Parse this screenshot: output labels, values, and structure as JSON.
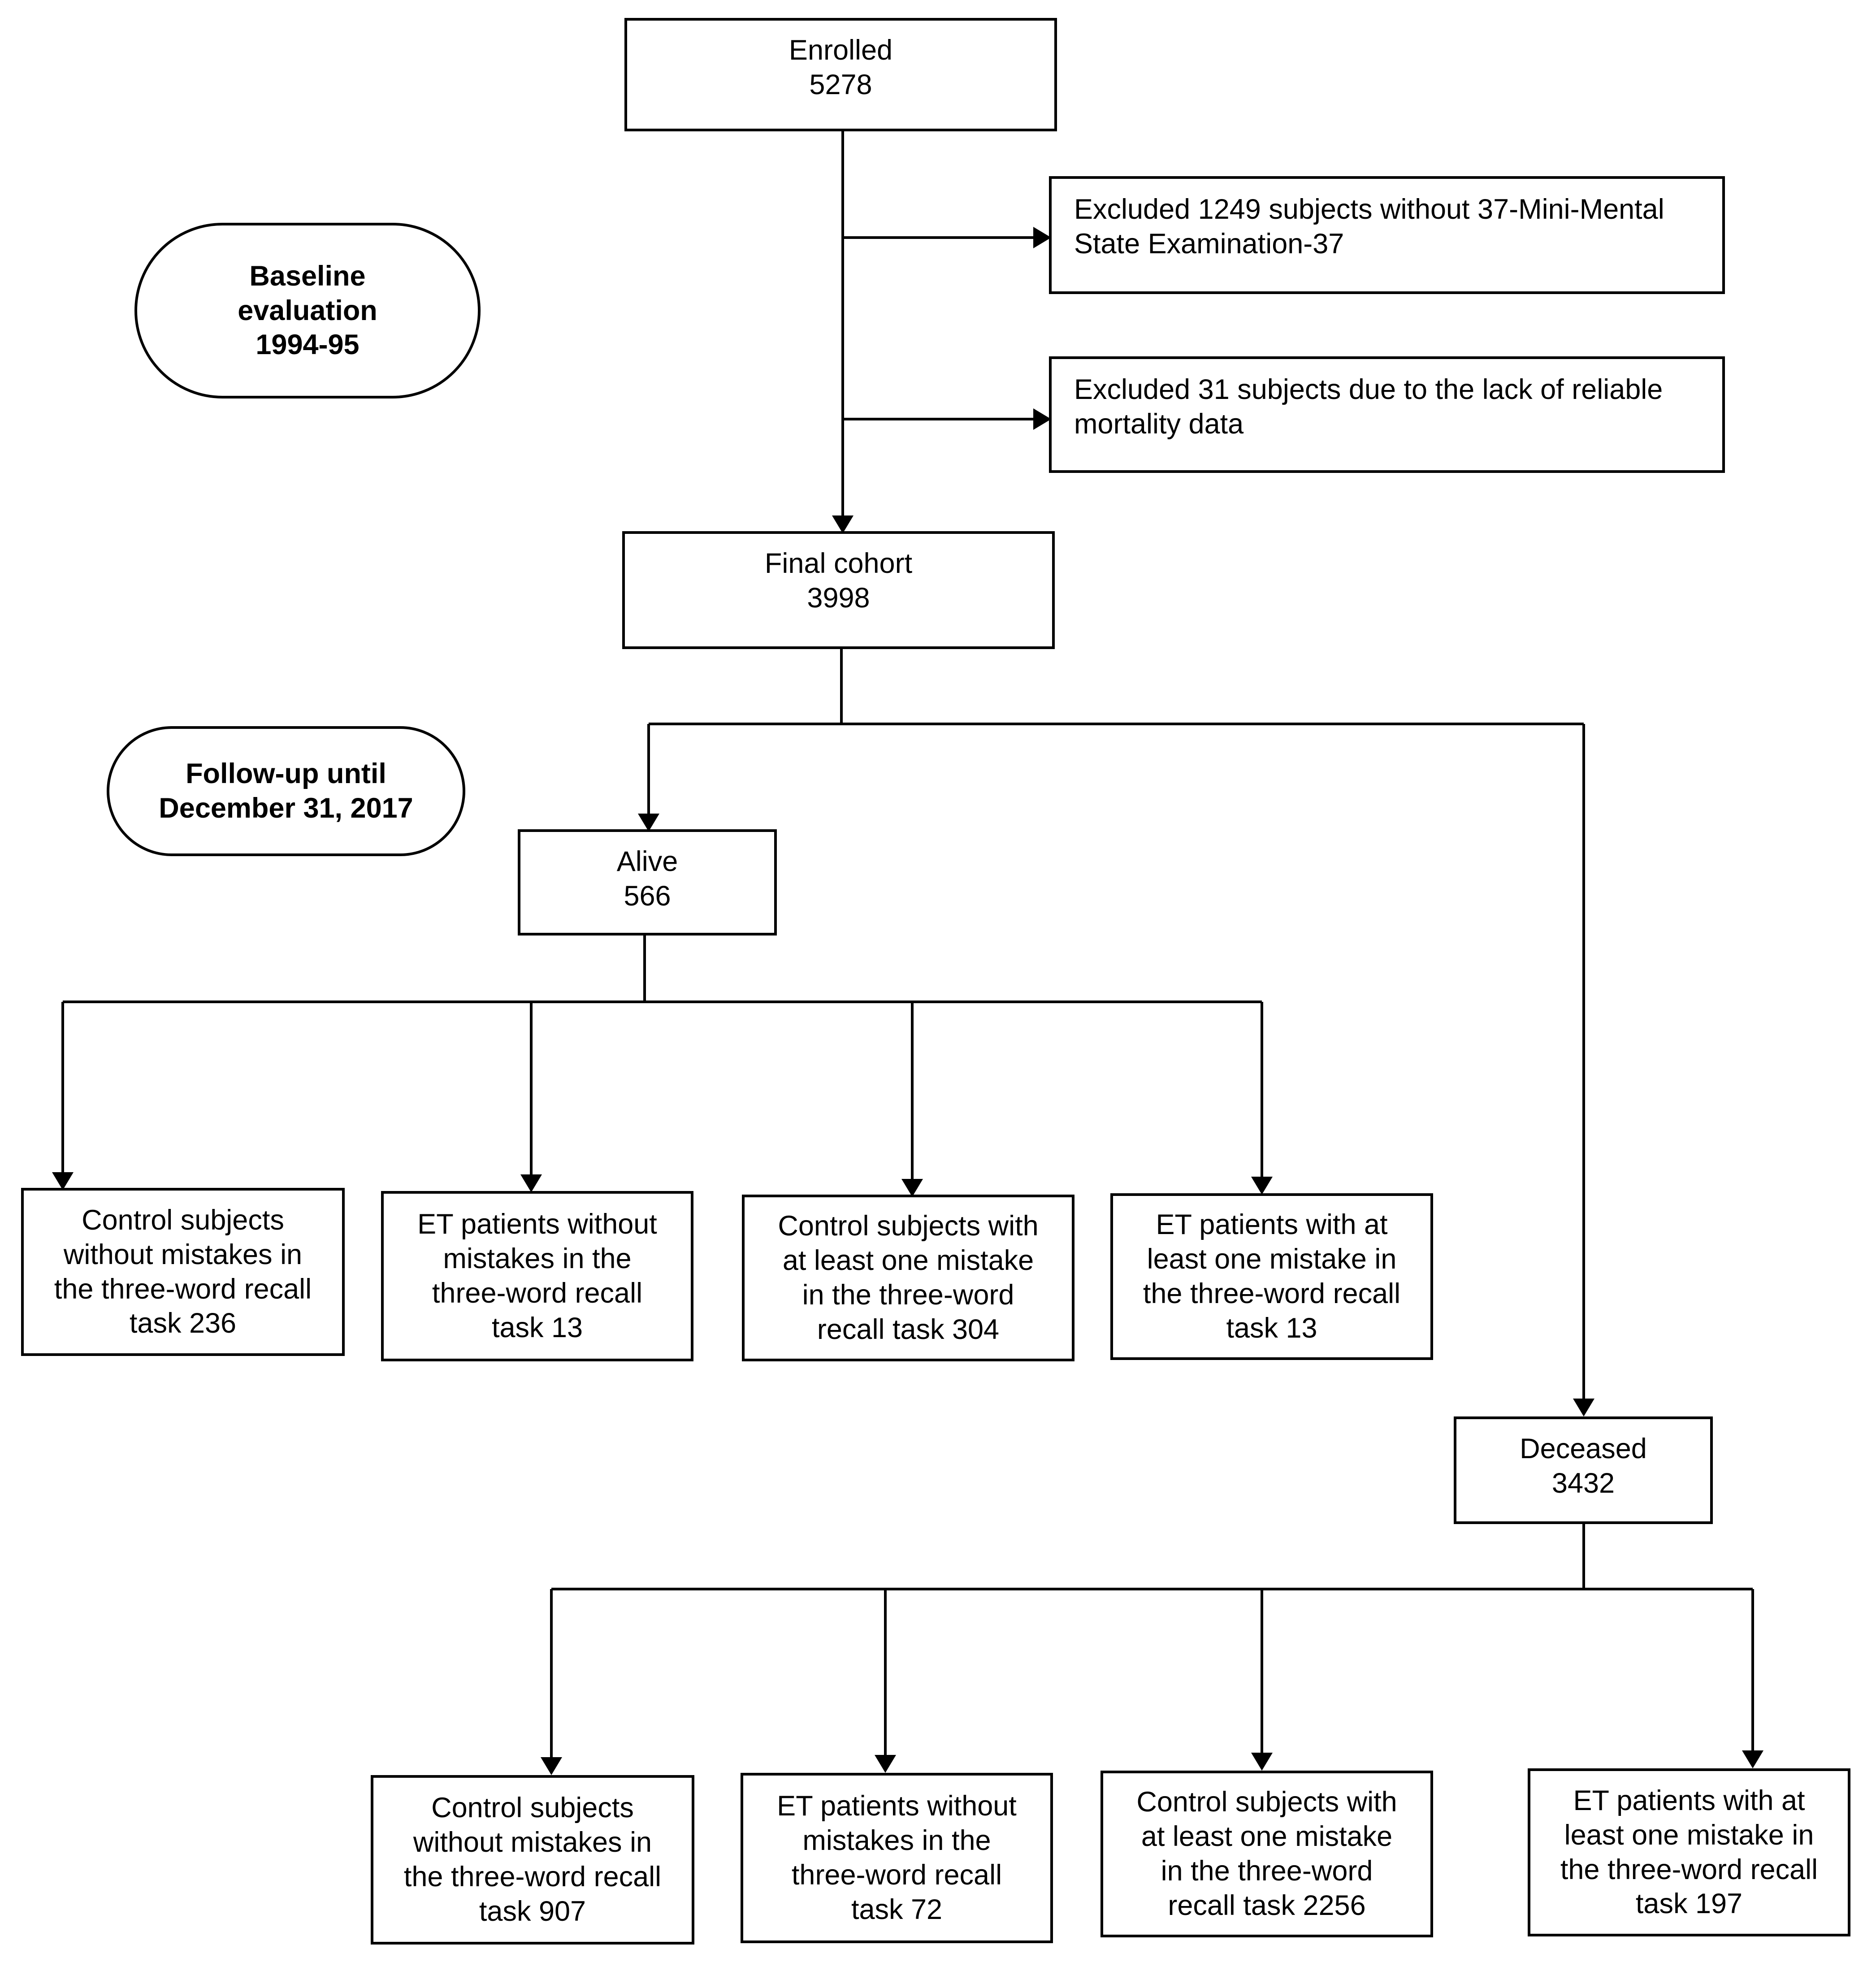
{
  "boxes": {
    "enrolled": {
      "lines": [
        "Enrolled",
        "5278"
      ]
    },
    "excluded_mmse": {
      "lines": [
        "Excluded 1249 subjects without 37-Mini-Mental",
        "State Examination-37"
      ]
    },
    "excluded_mortality": {
      "lines": [
        "Excluded 31 subjects due to the lack of reliable",
        "mortality data"
      ]
    },
    "final_cohort": {
      "lines": [
        "Final cohort",
        "3998"
      ]
    },
    "alive": {
      "lines": [
        "Alive",
        "566"
      ]
    },
    "deceased": {
      "lines": [
        "Deceased",
        "3432"
      ]
    },
    "alive_groups": [
      {
        "lines": [
          "Control subjects",
          "without mistakes in",
          "the three-word recall",
          "task 236"
        ]
      },
      {
        "lines": [
          "ET patients without",
          "mistakes in the",
          "three-word recall",
          "task 13"
        ]
      },
      {
        "lines": [
          "Control subjects with",
          "at least one mistake",
          "in the three-word",
          "recall task 304"
        ]
      },
      {
        "lines": [
          "ET patients with at",
          "least one mistake in",
          "the three-word recall",
          "task 13"
        ]
      }
    ],
    "deceased_groups": [
      {
        "lines": [
          "Control subjects",
          "without mistakes in",
          "the three-word recall",
          "task 907"
        ]
      },
      {
        "lines": [
          "ET patients without",
          "mistakes in the",
          "three-word recall",
          "task 72"
        ]
      },
      {
        "lines": [
          "Control subjects with",
          "at least one mistake",
          "in the three-word",
          "recall task 2256"
        ]
      },
      {
        "lines": [
          "ET patients with at",
          "least one mistake in",
          "the three-word recall",
          "task 197"
        ]
      }
    ]
  },
  "phases": {
    "baseline": {
      "lines": [
        "Baseline",
        "evaluation",
        "1994-95"
      ]
    },
    "followup": {
      "lines": [
        "Follow-up until",
        "December 31, 2017"
      ]
    }
  }
}
